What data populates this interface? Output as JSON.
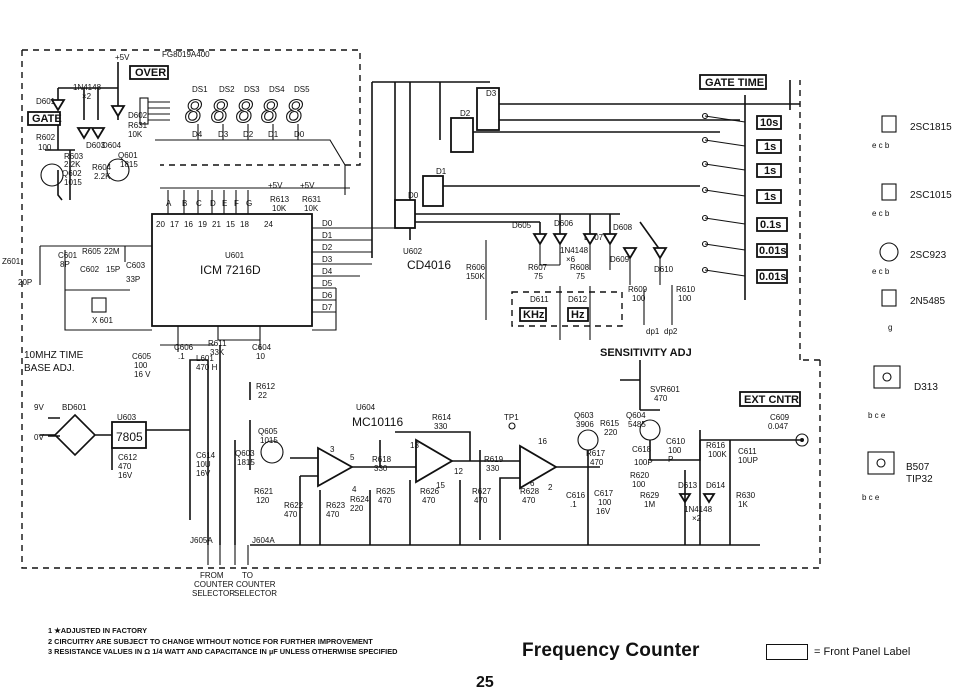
{
  "header": {
    "ref": "FG8019A400"
  },
  "panel_labels": {
    "gate": "GATE",
    "over": "OVER",
    "gate_time": "GATE TIME",
    "ext_cntr": "EXT CNTR",
    "khz": "KHz",
    "hz": "Hz"
  },
  "gate_time_ranges": [
    "10s",
    "1s",
    "1s",
    "1s",
    "0.1s",
    "0.01s",
    "0.01s"
  ],
  "chips": {
    "u601_ref": "U601",
    "u601_name": "ICM 7216D",
    "u602_ref": "U602",
    "u602_name": "CD4016",
    "u603_ref": "U603",
    "u603_name": "7805",
    "u604_ref": "U604",
    "u604_name": "MC10116",
    "bd601": "BD601"
  },
  "displays": [
    "DS1",
    "DS2",
    "DS3",
    "DS4",
    "DS5"
  ],
  "digit_lines": [
    "D4",
    "D3",
    "D2",
    "D1",
    "D0"
  ],
  "seg_pins": [
    "A",
    "B",
    "C",
    "D",
    "E",
    "F",
    "G"
  ],
  "ic_pin_nums": [
    "20",
    "17",
    "16",
    "19",
    "21",
    "15",
    "18",
    "24"
  ],
  "d_outputs": [
    "D0",
    "D1",
    "D2",
    "D3",
    "D4",
    "D5",
    "D6",
    "D7"
  ],
  "components": {
    "supply_5v": "+5V",
    "supply_5v_a": "+5V",
    "supply_5v_b": "+5V",
    "d601": "D601",
    "d602": "D602",
    "d603": "D603",
    "d604": "D604",
    "r602": "R602",
    "r602_v": "100",
    "r603": "R603",
    "r603_v": "2.2K",
    "r604": "R604",
    "r604_v": "2.2K",
    "q602": "Q602",
    "q602_v": "1015",
    "q601": "Q601",
    "q601_v": "1815",
    "r631": "R631",
    "r631_v": "10K",
    "r613": "R613",
    "r613_v": "10K",
    "d_1n4148": "1N4148",
    "d_x2": "×2",
    "z601": "Z601",
    "z601_v": "20P",
    "c601": "C601",
    "c601_v": "8P",
    "r605": "R605",
    "r605_v": "22M",
    "c602": "C602",
    "c602_v": "15P",
    "c603": "C603",
    "c603_v": "33P",
    "x601": "X 601",
    "tb_note_1": "10MHZ TIME",
    "tb_note_2": "BASE ADJ.",
    "c605": "C605",
    "c605_v": "100",
    "c605_vv": "16 V",
    "c606": "C606",
    "c606_v": ".1",
    "l601": "L601",
    "l601_v": "470 H",
    "r611": "R611",
    "r611_v": "33K",
    "c604": "C604",
    "c604_v": "10",
    "d605": "D605",
    "d606": "D606",
    "d607": "D607",
    "d608": "D608",
    "d609": "D609",
    "d610": "D610",
    "d_1n4148_b": "1N4148",
    "d_x6": "×6",
    "r606": "R606",
    "r606_v": "150K",
    "r607": "R607",
    "r607_v": "75",
    "r608": "R608",
    "r608_v": "75",
    "d611": "D611",
    "d612": "D612",
    "r609": "R609",
    "r609_v": "100",
    "r610": "R610",
    "r610_v": "100",
    "dp1": "dp1",
    "dp2": "dp2",
    "sens": "SENSITIVITY ADJ",
    "svr601": "SVR601",
    "svr601_v": "470",
    "v9": "9V",
    "v0": "0V",
    "c612": "C612",
    "c612_v": "470",
    "c612_vv": "16V",
    "c614": "C614",
    "c614_v": "10U",
    "c614_vv": "16V",
    "r612": "R612",
    "r612_v": "22",
    "q605": "Q605",
    "q605_v": "1015",
    "q603": "Q603",
    "q603_v": "1815",
    "r621": "R621",
    "r621_v": "120",
    "r622": "R622",
    "r622_v": "470",
    "r614": "R614",
    "r614_v": "330",
    "r618": "R618",
    "r618_v": "330",
    "r619": "R619",
    "r619_v": "330",
    "tp1": "TP1",
    "r623": "R623",
    "r623_v": "470",
    "r624": "R624",
    "r624_v": "220",
    "r625": "R625",
    "r625_v": "470",
    "r626": "R626",
    "r626_v": "470",
    "r627": "R627",
    "r627_v": "470",
    "r628": "R628",
    "r628_v": "470",
    "q603b": "Q603",
    "q603b_v": "3906",
    "r615": "R615",
    "r615_v": "220",
    "q604": "Q604",
    "q604_v": "5485",
    "r617": "R617",
    "r617_v": "470",
    "c618": "C618",
    "c618_v": "100P",
    "c616": "C616",
    "c616_v": ".1",
    "c617": "C617",
    "c617_v": "100",
    "c617_vv": "16V",
    "r620": "R620",
    "r620_v": "100",
    "r629": "R629",
    "r629_v": "1M",
    "c610": "C610",
    "c610_v": "100",
    "c610_vv": "P",
    "r616": "R616",
    "r616_v": "100K",
    "c611": "C611",
    "c611_v": "10UP",
    "d613": "D613",
    "d614": "D614",
    "d_1n4148_c": "1N4148",
    "d_x2b": "×2",
    "r630": "R630",
    "r630_v": "1K",
    "c609": "C609",
    "c609_v": "0.047",
    "j605a": "J605A",
    "j604a": "J604A",
    "from_1": "FROM",
    "from_2": "COUNTER",
    "from_3": "SELECTOR",
    "to_1": "TO",
    "to_2": "COUNTER",
    "to_3": "SELECTOR",
    "pin3": "3",
    "pin4": "4",
    "pin5": "5",
    "pin13": "13",
    "pin12": "12",
    "pin15": "15",
    "pin16": "16",
    "pin6": "6",
    "pin2": "2"
  },
  "transistors": [
    {
      "part": "2SC1815",
      "pins": "e c b"
    },
    {
      "part": "2SC1015",
      "pins": "e c b"
    },
    {
      "part": "2SC923",
      "pins": "e c b"
    },
    {
      "part": "2N5485",
      "pins": "g"
    },
    {
      "part": "D313",
      "pins": "b c e"
    },
    {
      "part": "B507",
      "part2": "TIP32",
      "pins": "b c e"
    }
  ],
  "footer": {
    "notes": [
      "1 ★ADJUSTED IN FACTORY",
      "2 CIRCUITRY ARE SUBJECT TO CHANGE WITHOUT NOTICE FOR FURTHER IMPROVEMENT",
      "3 RESISTANCE VALUES IN Ω 1/4 WATT AND CAPACITANCE IN µF UNLESS OTHERWISE SPECIFIED"
    ],
    "title": "Frequency Counter",
    "legend_text": "= Front Panel Label",
    "page_number": "25"
  }
}
